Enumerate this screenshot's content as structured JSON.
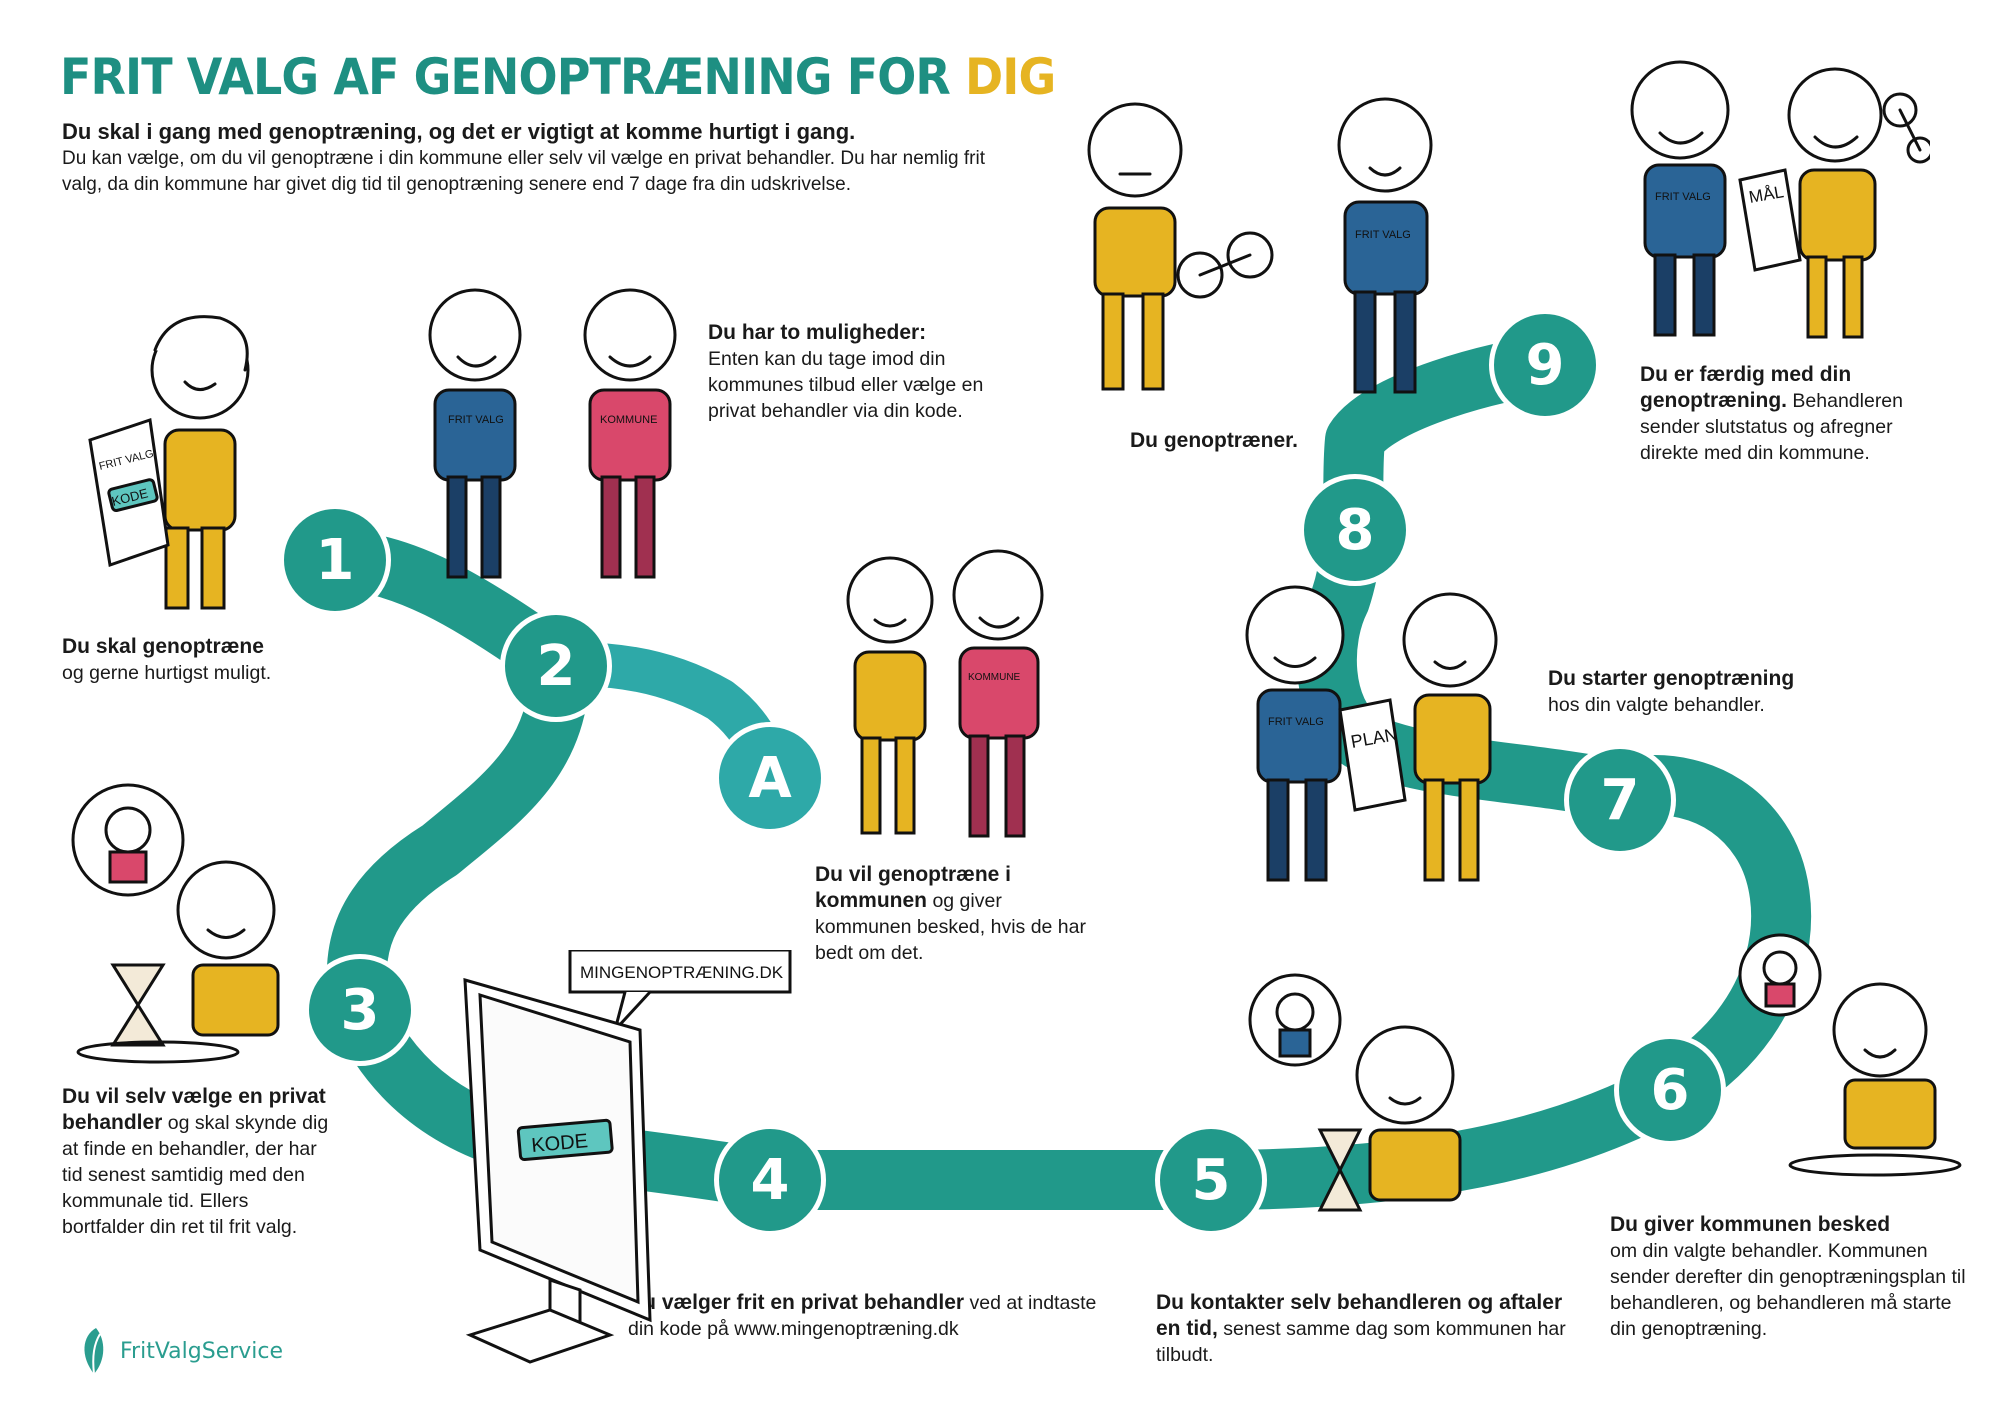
{
  "title": {
    "main": "FRIT VALG AF GENOPTRÆNING FOR ",
    "highlight": "DIG"
  },
  "intro": {
    "lead": "Du skal i gang med genoptræning, og det er vigtigt at komme hurtigt i gang.",
    "body": "Du kan vælge, om du vil genoptræne i din kommune eller selv vil vælge en privat behandler. Du har nemlig frit valg, da din kommune har givet dig tid til genoptræning senere end 7 dage fra din udskrivelse."
  },
  "colors": {
    "teal": "#21998a",
    "teal_light": "#2ea9a8",
    "yellow": "#e6b422",
    "blue": "#2a6496",
    "pink": "#d9486b"
  },
  "steps": [
    {
      "label": "1",
      "bold": "Du skal genoptræne",
      "text": "og gerne hurtigst muligt."
    },
    {
      "label": "2",
      "bold": "Du har to muligheder:",
      "text": "Enten kan du tage imod din kommunes tilbud eller vælge en privat behandler via din kode."
    },
    {
      "label": "A",
      "bold": "Du vil genoptræne i kommunen",
      "text": "og giver kommunen besked, hvis de har bedt om det."
    },
    {
      "label": "3",
      "bold": "Du vil selv vælge en privat behandler",
      "text": "og skal skynde dig at finde en behandler, der har tid senest samtidig med den kommunale tid. Ellers bortfalder din ret til frit valg."
    },
    {
      "label": "4",
      "bold": "Du vælger frit en privat behandler",
      "text": "ved at indtaste din kode på www.mingenoptræning.dk"
    },
    {
      "label": "5",
      "bold": "Du kontakter selv behandleren og aftaler en tid,",
      "text": "senest samme dag som kommunen har tilbudt."
    },
    {
      "label": "6",
      "bold": "Du giver kommunen besked",
      "text": "om din valgte behandler. Kommunen sender derefter din genoptræningsplan til behandleren, og behandleren må starte din genoptræning."
    },
    {
      "label": "7",
      "bold": "Du starter genoptræning",
      "text": "hos din valgte behandler."
    },
    {
      "label": "8",
      "bold": "Du genoptræner.",
      "text": ""
    },
    {
      "label": "9",
      "bold": "Du er færdig med din genoptræning.",
      "text": "Behandleren sender slutstatus og afregner direkte med din kommune."
    }
  ],
  "illustration_labels": {
    "shirt_frit_valg": "FRIT VALG",
    "shirt_kommune": "KOMMUNE",
    "paper_frit_valg": "FRIT VALG",
    "code": "KODE",
    "website": "MINGENOPTRÆNING.DK",
    "plan": "PLAN",
    "goal": "MÅL"
  },
  "logo": {
    "name": "FritValgService"
  }
}
